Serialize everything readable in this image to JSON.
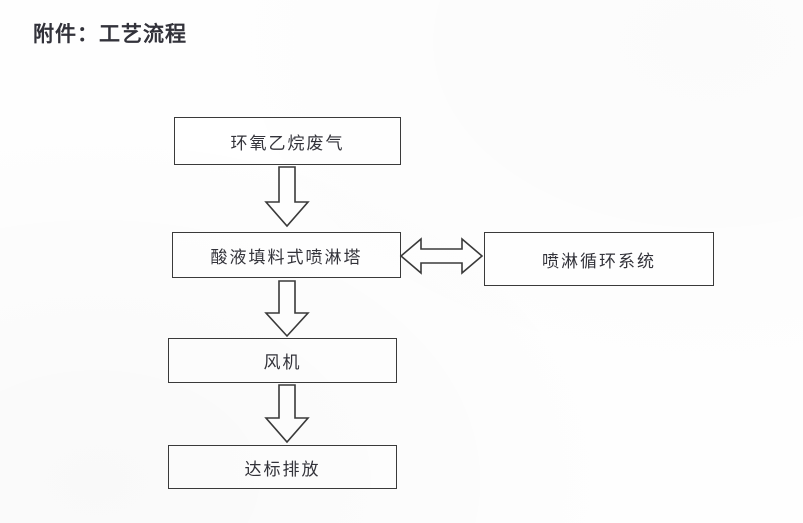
{
  "document": {
    "title": "附件：工艺流程",
    "page_background": "#fefefe",
    "ink_color": "#3a3a3a"
  },
  "diagram": {
    "type": "flowchart",
    "orientation": "vertical-with-side-branch",
    "nodes": [
      {
        "id": "n1",
        "label": "环氧乙烷废气",
        "shape": "rectangle"
      },
      {
        "id": "n2",
        "label": "酸液填料式喷淋塔",
        "shape": "rectangle"
      },
      {
        "id": "n3",
        "label": "喷淋循环系统",
        "shape": "rectangle"
      },
      {
        "id": "n4",
        "label": "风机",
        "shape": "rectangle"
      },
      {
        "id": "n5",
        "label": "达标排放",
        "shape": "rectangle"
      }
    ],
    "connectors": [
      {
        "id": "a1",
        "from": "n1",
        "to": "n2",
        "style": "block-arrow",
        "direction": "down"
      },
      {
        "id": "a2",
        "from": "n2",
        "to": "n4",
        "style": "block-arrow",
        "direction": "down"
      },
      {
        "id": "a3",
        "from": "n4",
        "to": "n5",
        "style": "block-arrow",
        "direction": "down"
      },
      {
        "id": "a4",
        "from": "n2",
        "to": "n3",
        "style": "block-arrow",
        "direction": "both"
      }
    ]
  }
}
